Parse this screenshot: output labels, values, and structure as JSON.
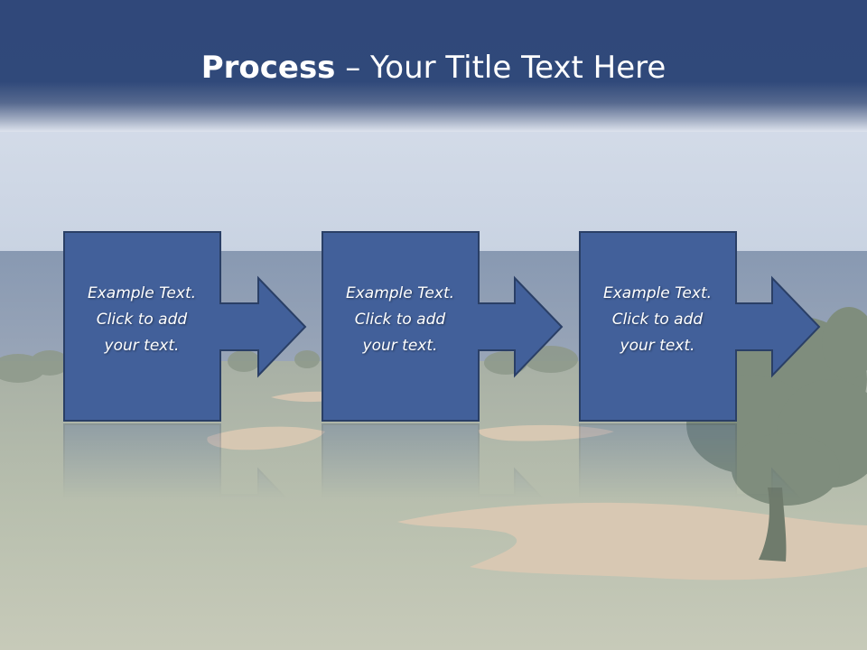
{
  "slide": {
    "title_bold": "Process",
    "title_rest": " – Your Title Text Here"
  },
  "steps": [
    {
      "line1": "Example Text.",
      "line2": "Click  to add",
      "line3": "your text."
    },
    {
      "line1": "Example Text.",
      "line2": "Click  to add",
      "line3": "your text."
    },
    {
      "line1": "Example Text.",
      "line2": "Click  to add",
      "line3": "your text."
    }
  ],
  "colors": {
    "header": "#30487a",
    "box_fill": "#42609a",
    "box_border": "#2a3f66"
  }
}
